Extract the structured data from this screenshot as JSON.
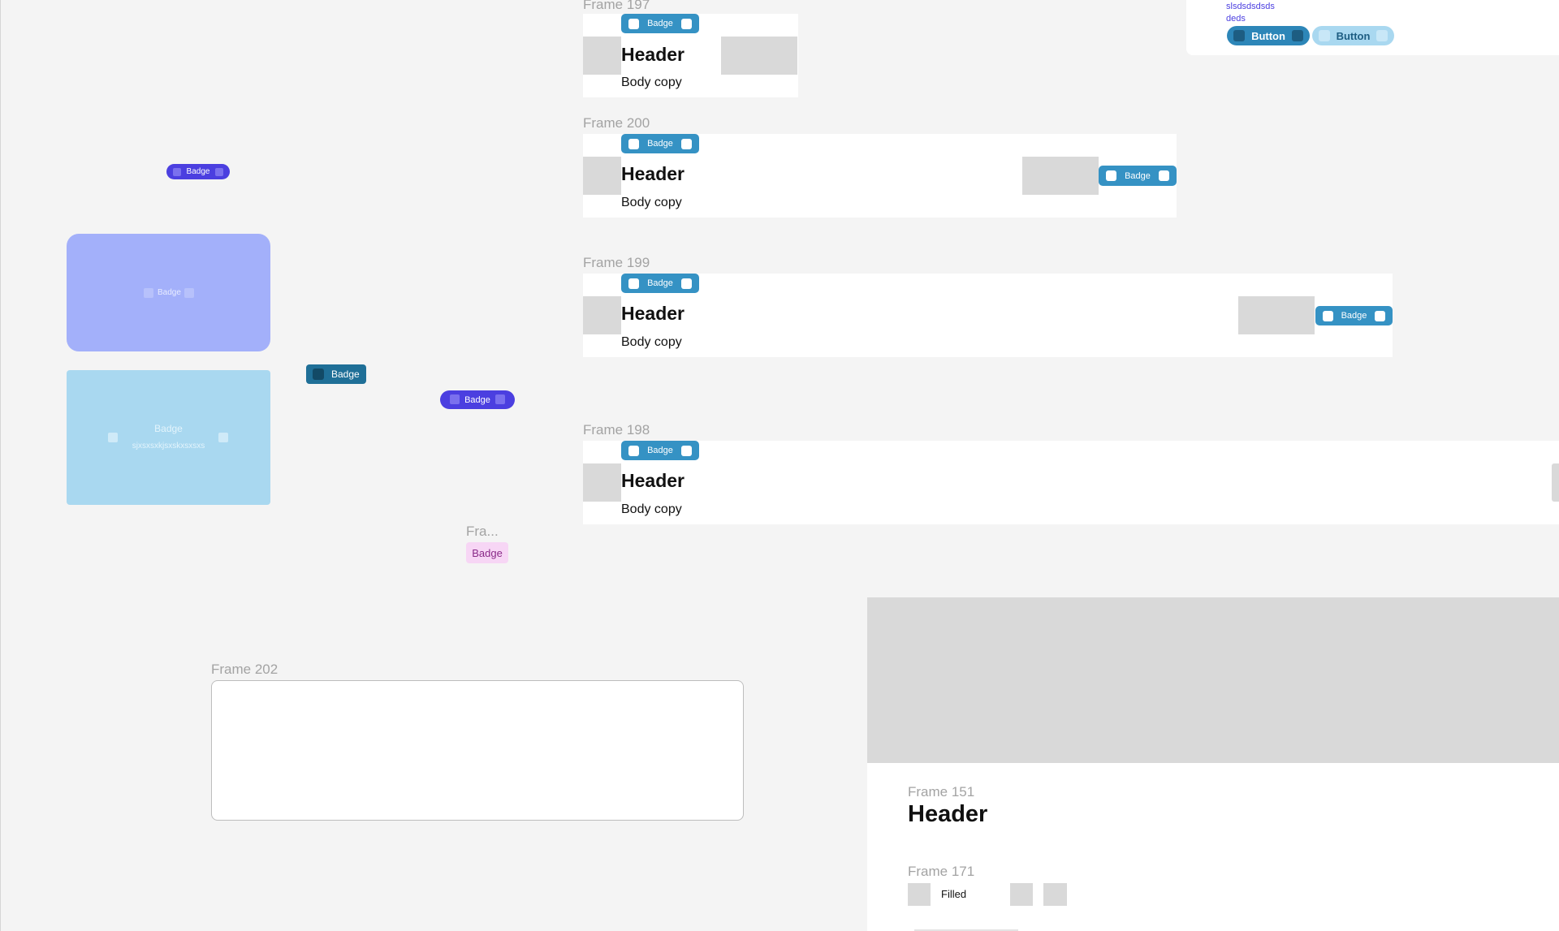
{
  "canvas": {
    "frames": {
      "f197": {
        "label": "Frame 197",
        "badge": "Badge",
        "header": "Header",
        "body": "Body copy"
      },
      "f200": {
        "label": "Frame 200",
        "badge": "Badge",
        "header": "Header",
        "body": "Body copy",
        "side_badge": "Badge"
      },
      "f199": {
        "label": "Frame 199",
        "badge": "Badge",
        "header": "Header",
        "body": "Body copy",
        "side_badge": "Badge"
      },
      "f198": {
        "label": "Frame 198",
        "badge": "Badge",
        "header": "Header",
        "body": "Body copy"
      },
      "f202": {
        "label": "Frame 202"
      },
      "f151": {
        "label": "Frame 151",
        "header": "Header"
      },
      "f171": {
        "label": "Frame 171",
        "filled": "Filled"
      },
      "fra": {
        "label": "Fra...",
        "badge": "Badge"
      }
    },
    "top_right": {
      "line1": "slsdsdsdsds",
      "line2": "deds",
      "button_dark": "Button",
      "button_light": "Button"
    },
    "left": {
      "pill_small": "Badge",
      "purple_card_badge": "Badge",
      "blue_card_badge": "Badge",
      "blue_card_sub": "sjxsxsxkjsxskxsxsxs",
      "dark_badge": "Badge",
      "violet_pill": "Badge"
    }
  },
  "colors": {
    "canvas_bg": "#f4f4f4",
    "badge_blue": "#3592c4",
    "badge_dark": "#1f6f97",
    "violet": "#4b3fe0",
    "purple_card": "#a3b0fa",
    "light_blue_card": "#a9d8f0",
    "pink_badge": "#f7d6f5",
    "placeholder_gray": "#d9d9d9"
  }
}
